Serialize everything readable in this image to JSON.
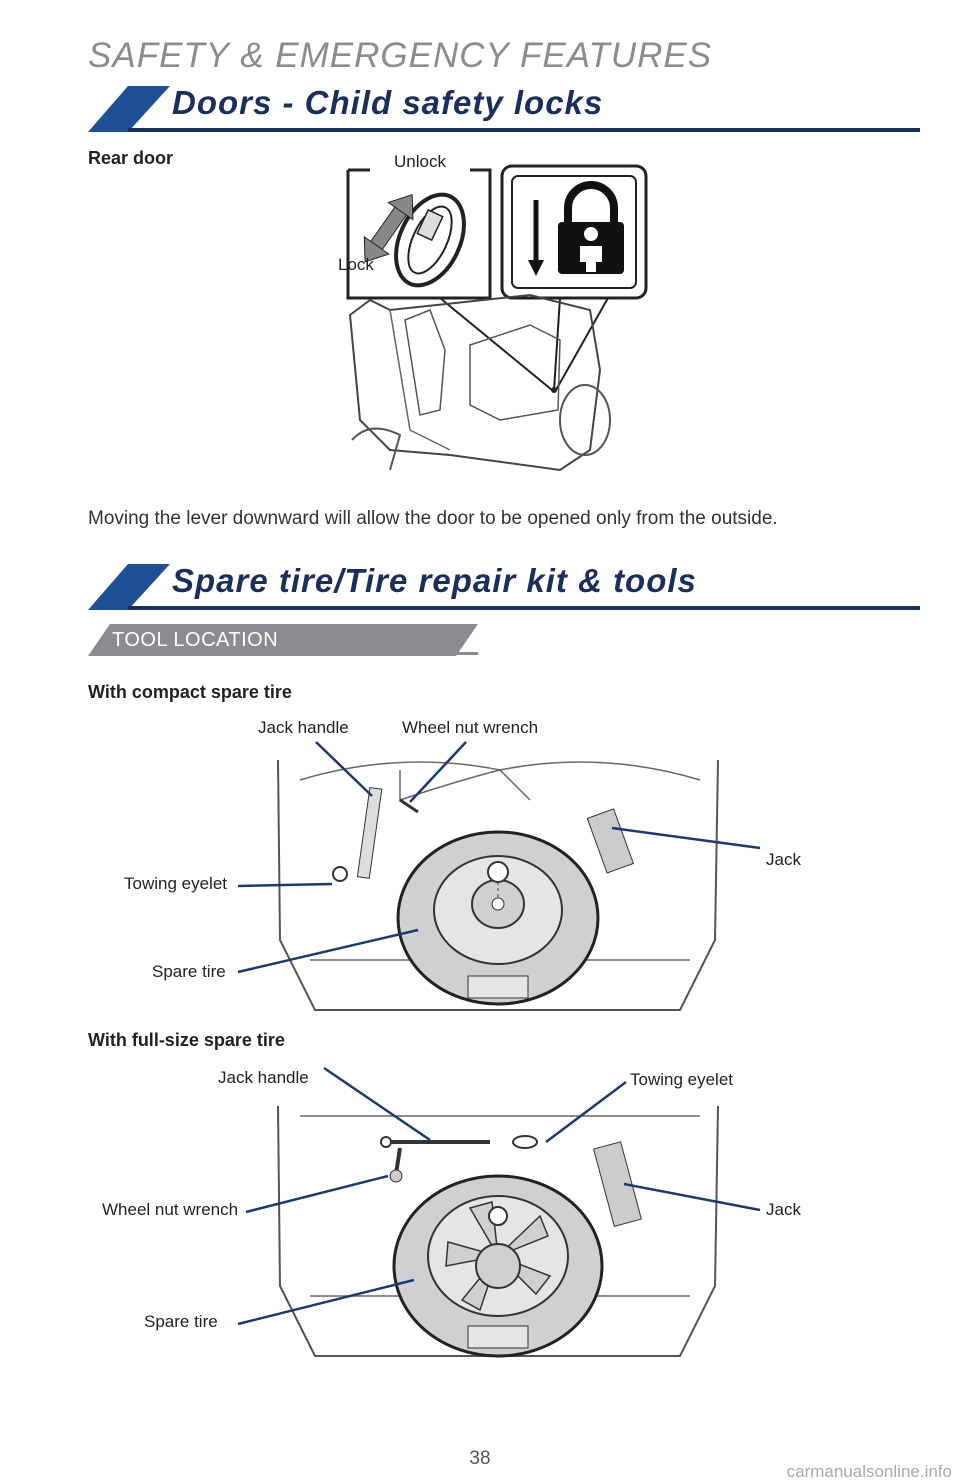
{
  "header": {
    "category": "SAFETY & EMERGENCY FEATURES"
  },
  "section1": {
    "title": "Doors - Child safety locks",
    "subheading": "Rear door",
    "figure_labels": {
      "unlock": "Unlock",
      "lock": "Lock"
    },
    "description": "Moving the lever downward will allow the door to be opened only from the outside."
  },
  "section2": {
    "title": "Spare tire/Tire repair kit & tools",
    "tab": "TOOL LOCATION",
    "compact": {
      "heading": "With compact spare tire",
      "labels": {
        "jack_handle": "Jack handle",
        "wheel_nut_wrench": "Wheel nut wrench",
        "jack": "Jack",
        "towing_eyelet": "Towing eyelet",
        "spare_tire": "Spare tire"
      }
    },
    "fullsize": {
      "heading": "With full-size spare tire",
      "labels": {
        "jack_handle": "Jack handle",
        "towing_eyelet": "Towing eyelet",
        "wheel_nut_wrench": "Wheel nut wrench",
        "jack": "Jack",
        "spare_tire": "Spare tire"
      }
    }
  },
  "footer": {
    "page_number": "38",
    "watermark": "carmanualsonline.info"
  },
  "colors": {
    "navy": "#1c2f5c",
    "blue": "#1f4f95",
    "gray_tab": "#8a8c8f"
  }
}
